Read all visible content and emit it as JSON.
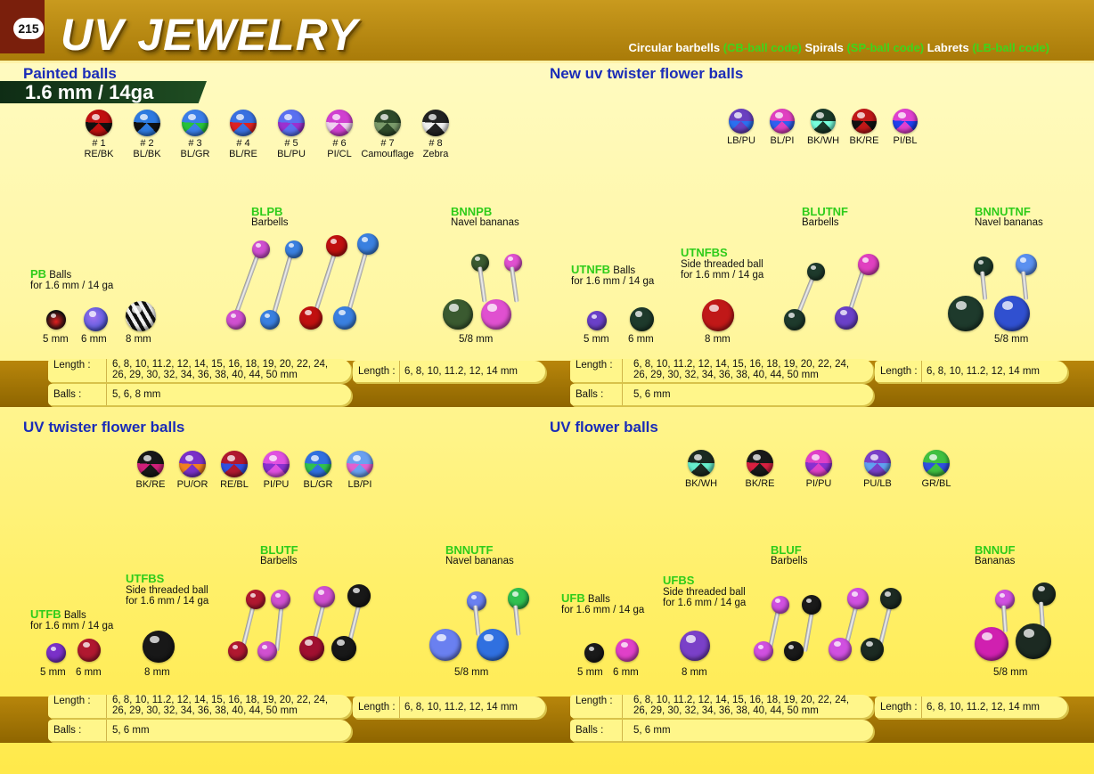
{
  "header": {
    "page_number": "215",
    "title": "UV JEWELRY",
    "legend": [
      {
        "text": "Circular barbells ",
        "code": "(CB-ball code)"
      },
      {
        "text": " Spirals ",
        "code": "(SP-ball code)"
      },
      {
        "text": "  Labrets ",
        "code": "(LB-ball code)"
      }
    ]
  },
  "colors": {
    "accent_green": "#2ecc1a",
    "title_blue": "#1a2cb8",
    "band_gold": "#b8860b"
  },
  "sections": {
    "painted": {
      "title": "Painted balls",
      "gauge": "1.6 mm / 14ga",
      "balls": [
        {
          "num": "# 1",
          "code": "RE/BK",
          "color": "#c01010",
          "accent": "#111"
        },
        {
          "num": "# 2",
          "code": "BL/BK",
          "color": "#2d7ae0",
          "accent": "#111"
        },
        {
          "num": "# 3",
          "code": "BL/GR",
          "color": "#3a7ee8",
          "accent": "#27c23a"
        },
        {
          "num": "# 4",
          "code": "BL/RE",
          "color": "#3970e0",
          "accent": "#d22"
        },
        {
          "num": "# 5",
          "code": "BL/PU",
          "color": "#5a70f0",
          "accent": "#9b30d0"
        },
        {
          "num": "# 6",
          "code": "PI/CL",
          "color": "#d040d0",
          "accent": "#f0d0f0"
        },
        {
          "num": "# 7",
          "code": "Camouflage",
          "color": "#2e4a2a",
          "accent": "#7a9a6a"
        },
        {
          "num": "# 8",
          "code": "Zebra",
          "color": "#222",
          "accent": "#eee"
        }
      ],
      "products": {
        "pb": {
          "code": "PB",
          "name": "Balls",
          "desc": "for 1.6 mm / 14 ga",
          "sizes": [
            "5 mm",
            "6 mm",
            "8 mm"
          ]
        },
        "blpb": {
          "code": "BLPB",
          "name": "Barbells"
        },
        "bnnpb": {
          "code": "BNNPB",
          "name": "Navel bananas",
          "size": "5/8 mm"
        }
      },
      "spec": {
        "length_label": "Length :",
        "length_line1": "6, 8, 10, 11.2, 12, 14, 15, 16, 18, 19, 20, 22, 24,",
        "length_line2": "26, 29, 30, 32, 34, 36, 38, 40, 44, 50 mm",
        "balls_label": "Balls :",
        "balls_value": "5, 6, 8 mm",
        "banana_length_label": "Length :",
        "banana_length_value": "6, 8, 10, 11.2, 12, 14 mm"
      }
    },
    "new_twister": {
      "title": "New uv twister flower balls",
      "balls": [
        {
          "code": "LB/PU",
          "color": "#6a40c0",
          "accent": "#2a70f0"
        },
        {
          "code": "BL/PI",
          "color": "#e040c0",
          "accent": "#3060f0"
        },
        {
          "code": "BK/WH",
          "color": "#1a3a2a",
          "accent": "#7fd"
        },
        {
          "code": "BK/RE",
          "color": "#c01818",
          "accent": "#111"
        },
        {
          "code": "PI/BL",
          "color": "#e040d0",
          "accent": "#2040f0"
        }
      ],
      "products": {
        "utnfb": {
          "code": "UTNFB",
          "name": "Balls",
          "desc": "for 1.6 mm / 14 ga",
          "sizes": [
            "5 mm",
            "6 mm"
          ]
        },
        "utnfbs": {
          "code": "UTNFBS",
          "name": "Side threaded ball",
          "desc": "for 1.6 mm / 14 ga",
          "size": "8 mm"
        },
        "blutnf": {
          "code": "BLUTNF",
          "name": "Barbells"
        },
        "bnnutnf": {
          "code": "BNNUTNF",
          "name": "Navel bananas",
          "size": "5/8 mm"
        }
      },
      "spec": {
        "length_label": "Length :",
        "length_line1": "6, 8, 10, 11.2, 12, 14, 15, 16, 18, 19, 20, 22, 24,",
        "length_line2": "26, 29, 30, 32, 34, 36, 38, 40, 44, 50 mm",
        "balls_label": "Balls :",
        "balls_value": "5, 6 mm",
        "banana_length_label": "Length :",
        "banana_length_value": "6, 8, 10, 11.2, 12, 14 mm"
      }
    },
    "twister": {
      "title": "UV twister flower balls",
      "balls": [
        {
          "code": "BK/RE",
          "color": "#181818",
          "accent": "#d0207a"
        },
        {
          "code": "PU/OR",
          "color": "#7a30c8",
          "accent": "#f08020"
        },
        {
          "code": "RE/BL",
          "color": "#b01830",
          "accent": "#3050e0"
        },
        {
          "code": "PI/PU",
          "color": "#e050e0",
          "accent": "#8a30d0"
        },
        {
          "code": "BL/GR",
          "color": "#3070e0",
          "accent": "#30c050"
        },
        {
          "code": "LB/PI",
          "color": "#6aa0f0",
          "accent": "#e060d0"
        }
      ],
      "products": {
        "utfb": {
          "code": "UTFB",
          "name": "Balls",
          "desc": "for 1.6 mm / 14 ga",
          "sizes": [
            "5 mm",
            "6 mm"
          ]
        },
        "utfbs": {
          "code": "UTFBS",
          "name": "Side threaded ball",
          "desc": "for 1.6 mm / 14 ga",
          "size": "8 mm"
        },
        "blutf": {
          "code": "BLUTF",
          "name": "Barbells"
        },
        "bnnutf": {
          "code": "BNNUTF",
          "name": "Navel bananas",
          "size": "5/8 mm"
        }
      },
      "spec": {
        "length_label": "Length :",
        "length_line1": "6, 8, 10, 11.2, 12, 14, 15, 16, 18, 19, 20, 22, 24,",
        "length_line2": "26, 29, 30, 32, 34, 36, 38, 40, 44, 50 mm",
        "balls_label": "Balls :",
        "balls_value": "5, 6 mm",
        "banana_length_label": "Length :",
        "banana_length_value": "6, 8, 10, 11.2, 12, 14 mm"
      }
    },
    "flower": {
      "title": "UV flower balls",
      "balls": [
        {
          "code": "BK/WH",
          "color": "#1c2a22",
          "accent": "#6ec"
        },
        {
          "code": "BK/RE",
          "color": "#1a1a1a",
          "accent": "#d82040"
        },
        {
          "code": "PI/PU",
          "color": "#e040c8",
          "accent": "#8a30d0"
        },
        {
          "code": "PU/LB",
          "color": "#7a40c8",
          "accent": "#60a0f0"
        },
        {
          "code": "GR/BL",
          "color": "#40c040",
          "accent": "#3050e0"
        }
      ],
      "products": {
        "ufb": {
          "code": "UFB",
          "name": "Balls",
          "desc": "for 1.6 mm / 14 ga",
          "sizes": [
            "5 mm",
            "6 mm"
          ]
        },
        "ufbs": {
          "code": "UFBS",
          "name": "Side threaded ball",
          "desc": "for 1.6 mm / 14 ga",
          "size": "8 mm"
        },
        "bluf": {
          "code": "BLUF",
          "name": "Barbells"
        },
        "bnnuf": {
          "code": "BNNUF",
          "name": "Bananas",
          "size": "5/8 mm"
        }
      },
      "spec": {
        "length_label": "Length :",
        "length_line1": "6, 8, 10, 11.2, 12, 14, 15, 16, 18, 19, 20, 22, 24,",
        "length_line2": "26, 29, 30, 32, 34, 36, 38, 40, 44, 50 mm",
        "balls_label": "Balls :",
        "balls_value": "5, 6 mm",
        "banana_length_label": "Length :",
        "banana_length_value": "6, 8, 10, 11.2, 12, 14 mm"
      }
    }
  }
}
